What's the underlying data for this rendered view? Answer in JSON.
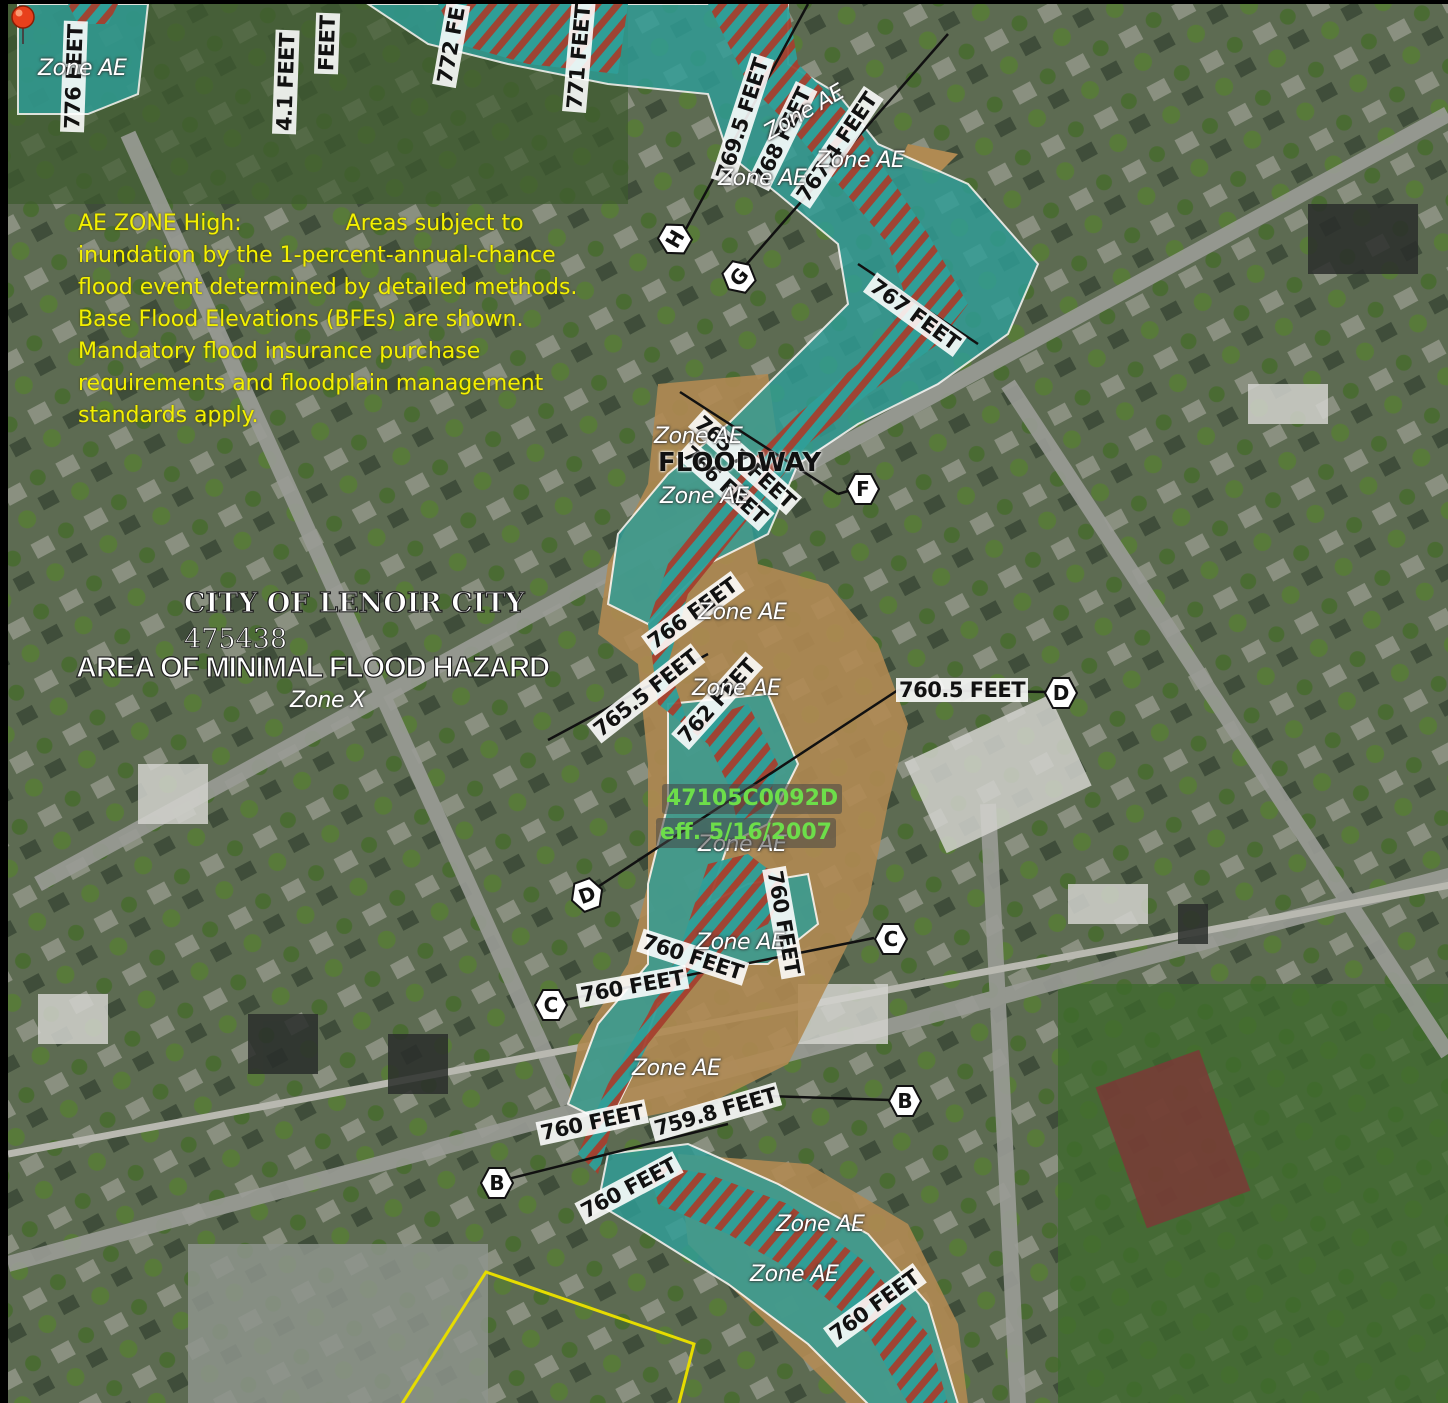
{
  "legend": {
    "title": "AE ZONE High:",
    "text1": "Areas subject to",
    "text2": "inundation by the 1-percent-annual-chance flood event determined by detailed methods. Base Flood Elevations (BFEs) are shown. Mandatory flood insurance purchase requirements and floodplain management standards apply."
  },
  "community": {
    "name": "CITY OF LENOIR CITY",
    "id": "475438",
    "hazard": "AREA OF MINIMAL FLOOD HAZARD",
    "zone": "Zone X"
  },
  "panel": {
    "number": "47105C0092D",
    "effective": "eff. 5/16/2007"
  },
  "bfe_labels": [
    "776 FEET",
    "4.1 FEET",
    "FEET",
    "772 FE",
    "771 FEET",
    "769.5 FEET",
    "768 FEET",
    "767.4 FEET",
    "767 FEET",
    "765.7 FEET",
    "766 FEET",
    "766 FEET",
    "765.5 FEET",
    "762 FEET",
    "760.5 FEET",
    "760 FEET",
    "760 FEET",
    "760 FEET",
    "760 FEET",
    "759.8 FEET",
    "760 FEET",
    "760 FEET"
  ],
  "zone_labels": [
    "Zone AE",
    "Zone AE",
    "Zone AE",
    "Zone AE",
    "Zone AE",
    "Zone AE",
    "Zone AE",
    "Zone AE",
    "Zone AE",
    "Zone AE",
    "Zone AE",
    "Zone AE"
  ],
  "floodway_label": "FLOODWAY",
  "cross_sections": [
    "H",
    "G",
    "F",
    "D",
    "D",
    "C",
    "C",
    "B",
    "B"
  ],
  "colors": {
    "floodplain": "#2f9e98",
    "floodway_hatch": "#a4402f",
    "shaded_zone": "#b08a52",
    "legend_text": "#f4f000",
    "panel_text": "#6dde4a",
    "pin": "#e8401c",
    "parcel": "#e6dc00"
  }
}
